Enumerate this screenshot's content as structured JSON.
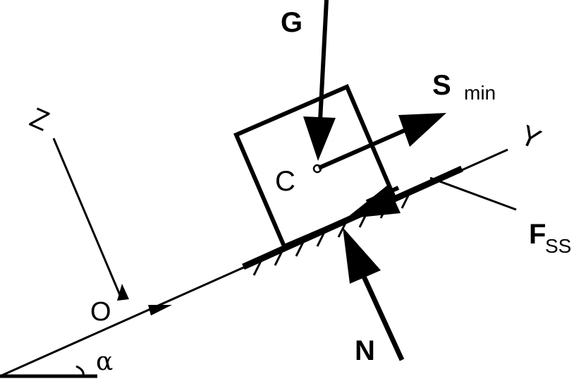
{
  "labels": {
    "g": "G",
    "s": "S",
    "s_sub": "min",
    "y_axis": "Y",
    "z_axis": "Z",
    "c": "C",
    "o": "O",
    "alpha": "α",
    "f": "F",
    "f_sub": "SS",
    "n": "N"
  },
  "colors": {
    "ink": "#000000",
    "background": "#ffffff"
  }
}
